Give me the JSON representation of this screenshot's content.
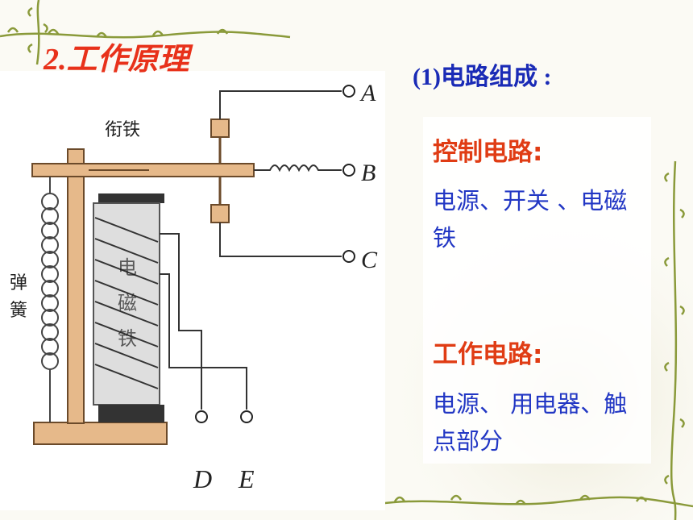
{
  "slide": {
    "title": "2.工作原理",
    "section": "(1)电路组成 :",
    "control_heading": "控制电路:",
    "control_items": "电源、开关 、电磁铁",
    "work_heading": "工作电路:",
    "work_items": "电源、 用电器、触点部分"
  },
  "diagram": {
    "armature_label": "衔铁",
    "spring_label_1": "弹",
    "spring_label_2": "簧",
    "magnet_label_1": "电",
    "magnet_label_2": "磁",
    "magnet_label_3": "铁",
    "terminal_a": "A",
    "terminal_b": "B",
    "terminal_c": "C",
    "terminal_d": "D",
    "terminal_e": "E"
  },
  "colors": {
    "title": "#e8311a",
    "section": "#1a2bb6",
    "heading": "#e03c14",
    "body": "#2237c4",
    "wood": "#e6b98a",
    "vine": "#8a9a3a"
  }
}
